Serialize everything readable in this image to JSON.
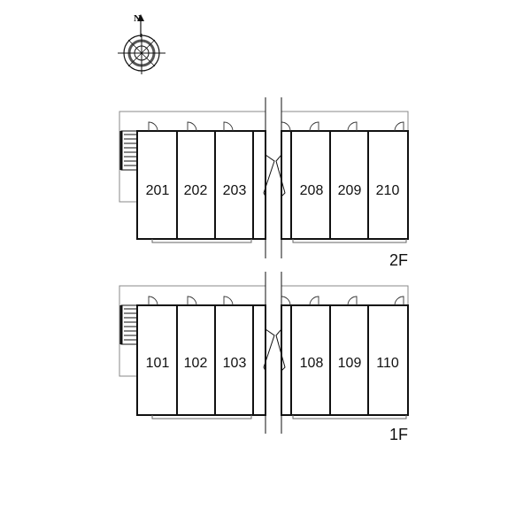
{
  "compass": {
    "label": "N"
  },
  "floors": [
    {
      "label": "2F",
      "rooms": [
        "201",
        "202",
        "203",
        "208",
        "209",
        "210"
      ]
    },
    {
      "label": "1F",
      "rooms": [
        "101",
        "102",
        "103",
        "108",
        "109",
        "110"
      ]
    }
  ]
}
